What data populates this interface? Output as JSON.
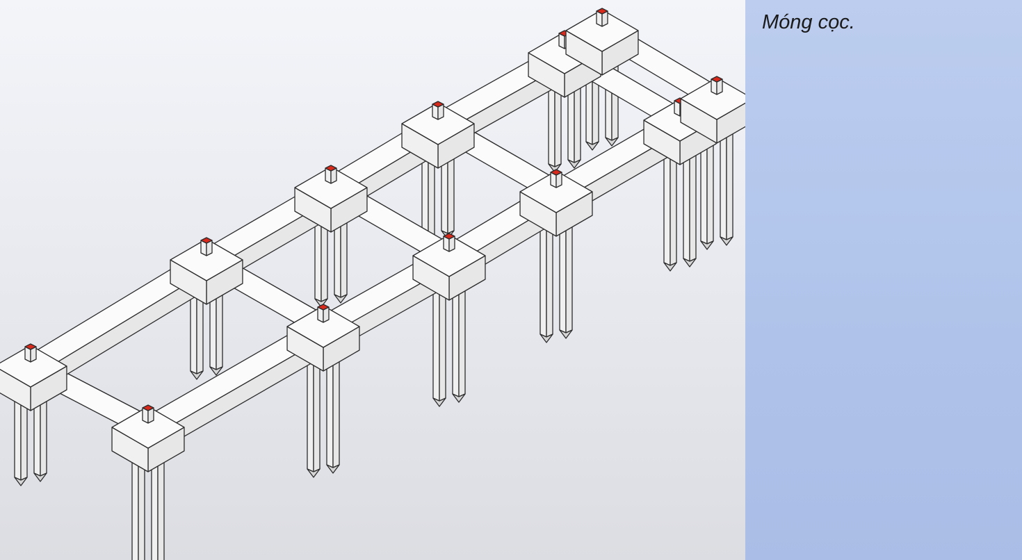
{
  "caption": "Móng cọc.",
  "colors": {
    "figure_background": "#e9ebf0",
    "caption_background": "#b3c6eb",
    "concrete": "#fbfbfc",
    "outline": "#2b2b2b",
    "rebar_stub": "#d8291d"
  },
  "icons": {
    "illustration": "pile-foundation-isometric"
  },
  "structure": {
    "rows": 2,
    "columns": 6,
    "piles_per_cap": 2
  }
}
